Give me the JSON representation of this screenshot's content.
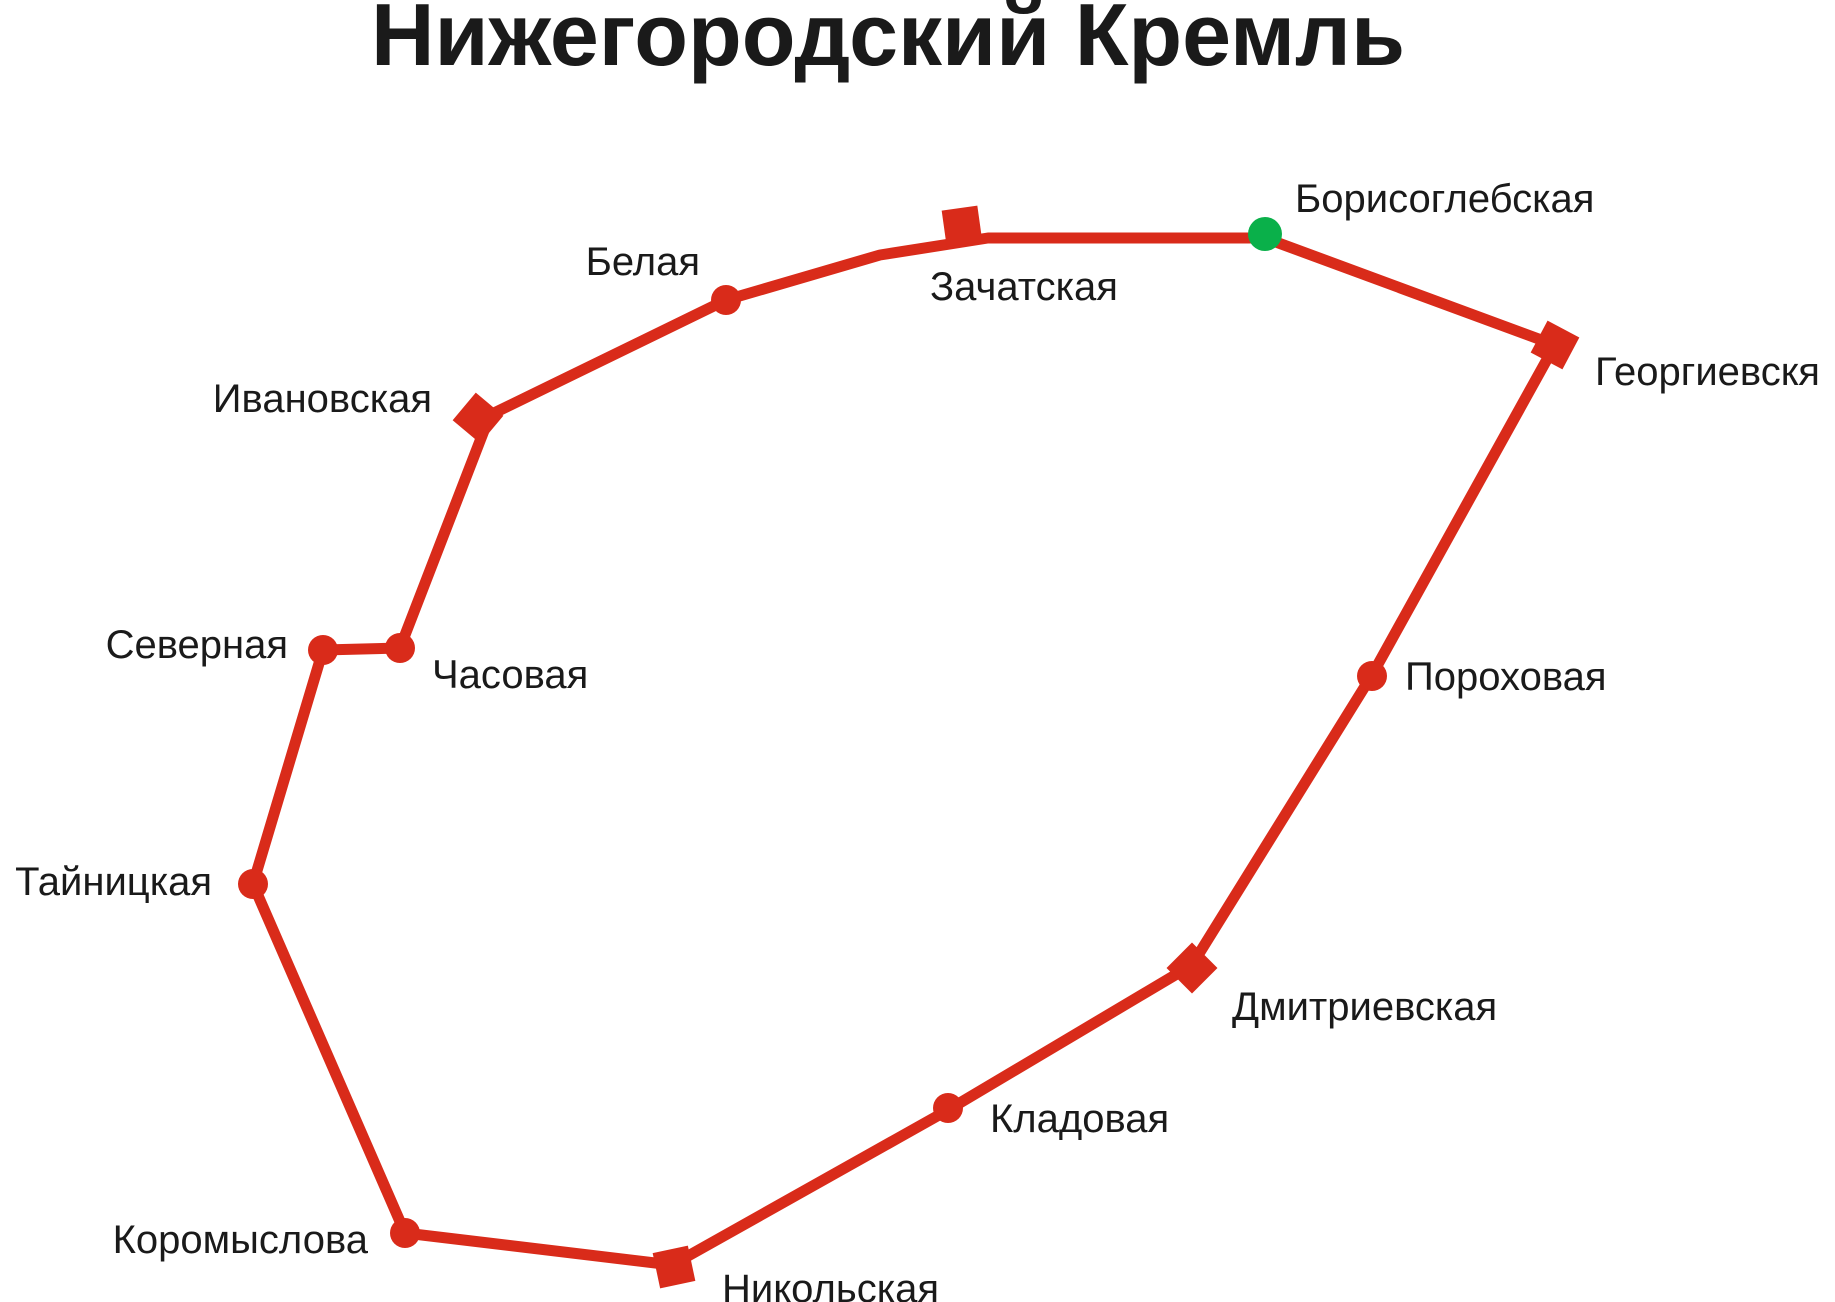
{
  "title": "Нижегородский Кремль",
  "colors": {
    "wall": "#d92b1a",
    "highlight": "#0ab04a",
    "text": "#1a1a1a",
    "background": "#ffffff"
  },
  "towers": [
    {
      "id": "zachatskaya",
      "name": "Зачатская",
      "shape": "square"
    },
    {
      "id": "borisoglebskaya",
      "name": "Борисоглебская",
      "shape": "circle",
      "highlight": true
    },
    {
      "id": "georgievskaya",
      "name": "Георгиевскя",
      "shape": "square"
    },
    {
      "id": "porokhovaya",
      "name": "Пороховая",
      "shape": "circle"
    },
    {
      "id": "dmitrievskaya",
      "name": "Дмитриевская",
      "shape": "square"
    },
    {
      "id": "kladovaya",
      "name": "Кладовая",
      "shape": "circle"
    },
    {
      "id": "nikolskaya",
      "name": "Никольская",
      "shape": "square"
    },
    {
      "id": "koromyslova",
      "name": "Коромыслова",
      "shape": "circle"
    },
    {
      "id": "tainitskaya",
      "name": "Тайницкая",
      "shape": "circle"
    },
    {
      "id": "severnaya",
      "name": "Северная",
      "shape": "circle"
    },
    {
      "id": "chasovaya",
      "name": "Часовая",
      "shape": "circle"
    },
    {
      "id": "ivanovskaya",
      "name": "Ивановская",
      "shape": "square"
    },
    {
      "id": "belaya",
      "name": "Белая",
      "shape": "circle"
    }
  ]
}
